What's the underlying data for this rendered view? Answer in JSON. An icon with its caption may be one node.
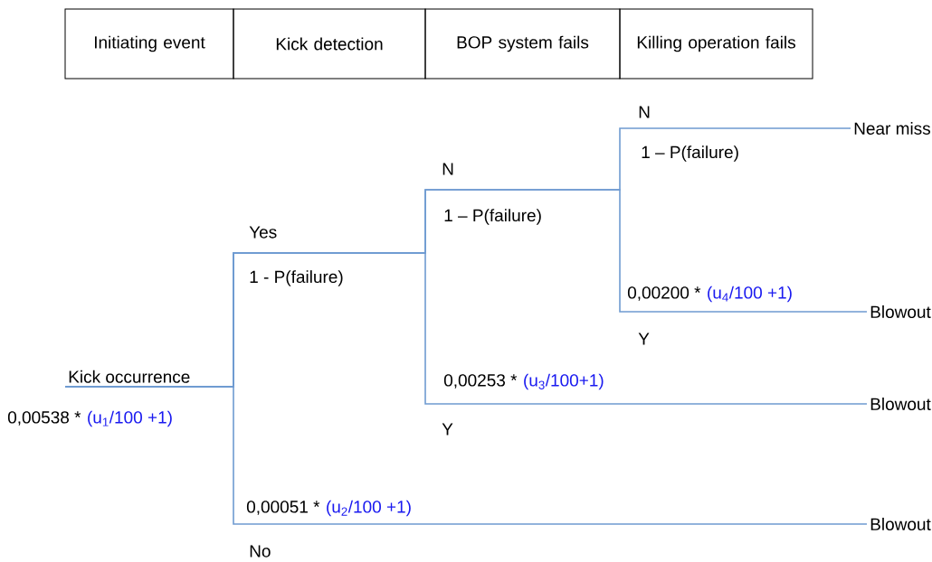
{
  "diagram": {
    "nodes": [
      {
        "text": [
          "Initiating event"
        ]
      },
      {
        "text": [
          "Kick detection"
        ]
      },
      {
        "text": [
          "BOP system fails"
        ]
      },
      {
        "text": [
          "Killing operation fails"
        ]
      },
      {
        "text": [
          "Kick occurrence"
        ]
      },
      {
        "text": [
          "Near miss"
        ]
      },
      {
        "text": [
          "Blowout"
        ]
      },
      {
        "text": [
          "Blowout"
        ]
      },
      {
        "text": [
          "Blowout"
        ]
      }
    ],
    "edges": [
      {
        "from": 4,
        "to": 5,
        "arrow": "none"
      },
      {
        "from": 4,
        "to": 6,
        "arrow": "none"
      },
      {
        "from": 4,
        "to": 7,
        "arrow": "none"
      },
      {
        "from": 4,
        "to": 8,
        "arrow": "none"
      }
    ],
    "labels": [
      "N",
      "1 – P(failure)",
      "N",
      "1 – P(failure)",
      "Yes",
      "1 - P(failure)",
      "0,00200 *",
      "(u$_{4}$/100 +1)",
      "Y",
      "0,00253 *",
      "(u$_{3}$/100+1)",
      "0,00538 *",
      "(u$_{1}$/100 +1)",
      "Y",
      "0,00051 *",
      "(u$_{2}$/100 +1)",
      "No"
    ]
  }
}
